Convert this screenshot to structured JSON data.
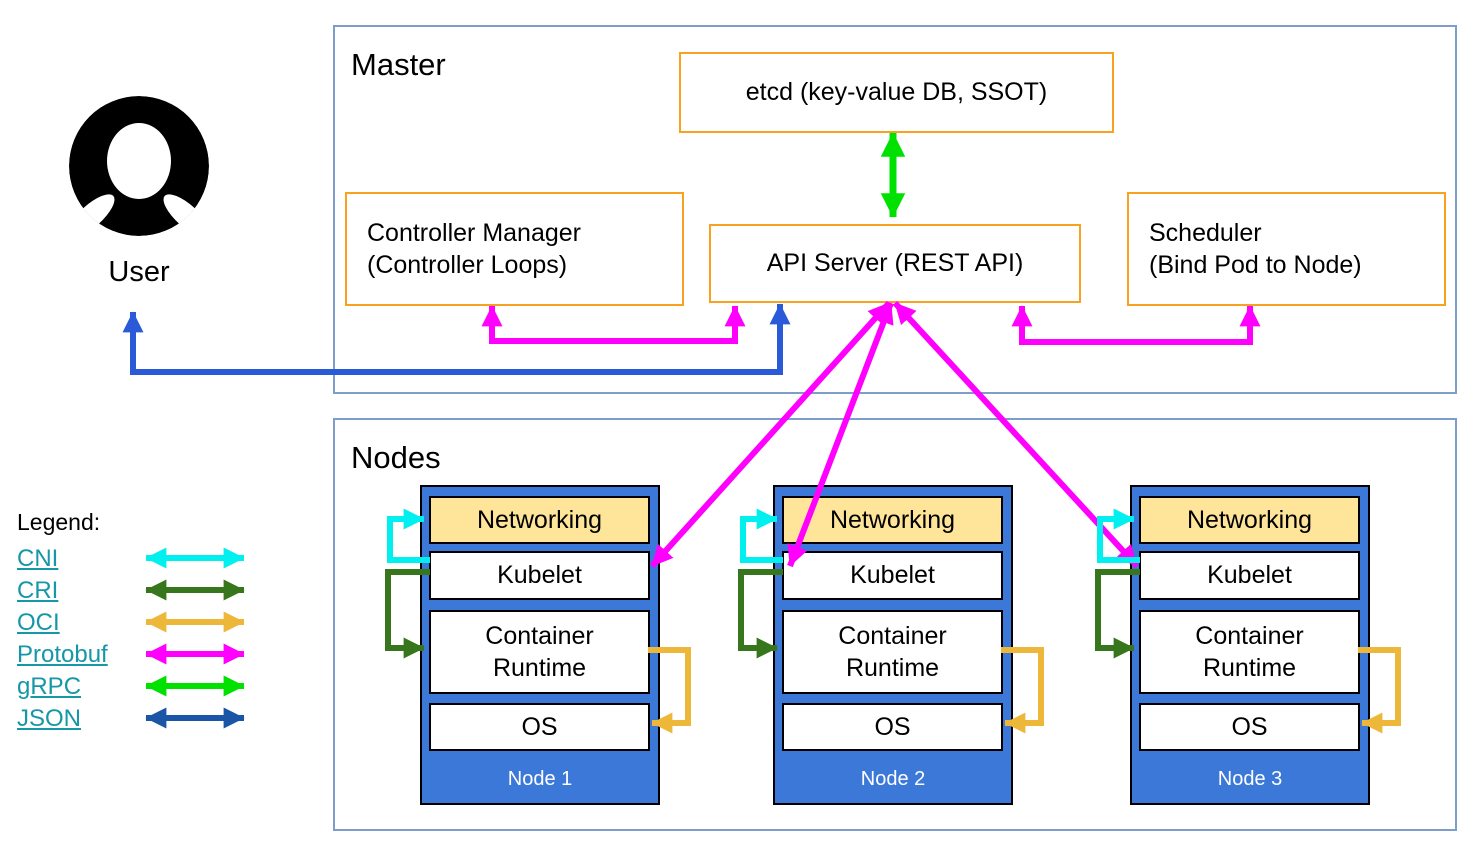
{
  "user": {
    "label": "User",
    "icon": "person-circle-icon"
  },
  "master": {
    "title": "Master",
    "etcd_label": "etcd (key-value DB, SSOT)",
    "controller_manager": {
      "line1": "Controller Manager",
      "line2": "(Controller Loops)"
    },
    "api_server_label": "API Server (REST API)",
    "scheduler": {
      "line1": "Scheduler",
      "line2": "(Bind Pod to Node)"
    }
  },
  "nodes_section": {
    "title": "Nodes",
    "component_labels": {
      "networking": "Networking",
      "kubelet": "Kubelet",
      "container_runtime": "Container Runtime",
      "os": "OS"
    },
    "nodes": [
      {
        "name": "Node 1"
      },
      {
        "name": "Node 2"
      },
      {
        "name": "Node 3"
      }
    ]
  },
  "legend": {
    "title": "Legend:",
    "items": [
      {
        "label": "CNI",
        "key": "cni"
      },
      {
        "label": "CRI",
        "key": "cri"
      },
      {
        "label": "OCI",
        "key": "oci"
      },
      {
        "label": "Protobuf",
        "key": "protobuf"
      },
      {
        "label": "gRPC",
        "key": "grpc"
      },
      {
        "label": "JSON",
        "key": "json"
      }
    ]
  },
  "colors": {
    "cni": "#00F0F0",
    "cri": "#38761D",
    "oci": "#EDB83A",
    "protobuf": "#FF00FF",
    "grpc": "#00E100",
    "json": "#1B55A8",
    "user_arrow": "#2A5AD8",
    "orange": "#F9A220",
    "node_fill": "#3C78D8",
    "networking_fill": "#FFE599",
    "frame_border": "#7D9EC9",
    "link": "#1697A7"
  }
}
